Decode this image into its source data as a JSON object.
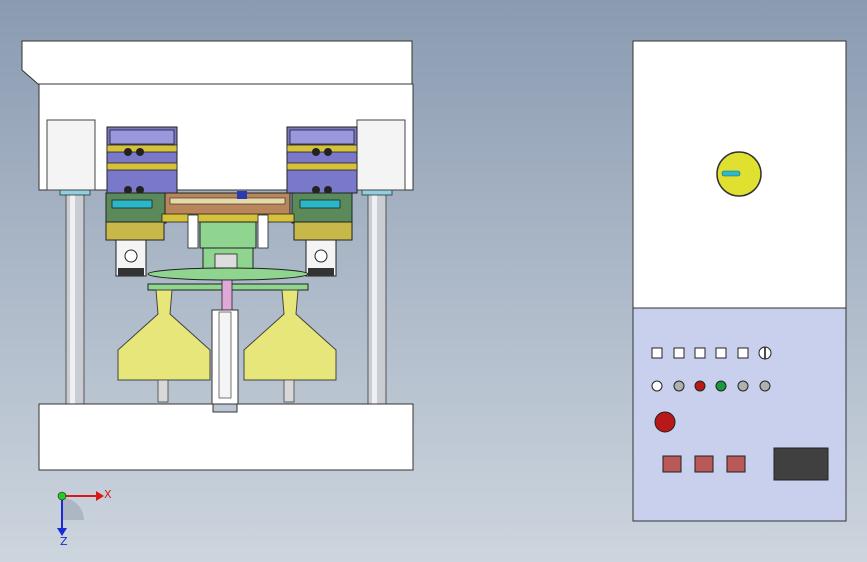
{
  "axes": {
    "x_label": "X",
    "z_label": "Z"
  },
  "colors": {
    "frame": "#ffffff",
    "column": "#c8ccd2",
    "hopper": "#e6e67a",
    "module_blue": "#7a78c8",
    "module_yellow": "#d6c23a",
    "plate_green": "#8fd48f",
    "panel_bottom": "#c8d0ee",
    "knob": "#e0e030",
    "knob_indicator": "#2fb8c8",
    "stop_button": "#b81818",
    "lamp_red": "#b81818",
    "lamp_green": "#1a9a3a",
    "lamp_grey": "#b0b0b0",
    "square_button": "#b85858",
    "display": "#404040"
  },
  "control_panel": {
    "selector_knob": "rotary-knob",
    "switch_row": [
      "switch",
      "switch",
      "switch",
      "switch",
      "switch",
      "selector"
    ],
    "lamps": [
      "off",
      "grey",
      "red",
      "green",
      "grey",
      "grey"
    ],
    "emergency_stop": "stop-button",
    "square_buttons": [
      "button",
      "button",
      "button"
    ],
    "display": "display-window"
  }
}
